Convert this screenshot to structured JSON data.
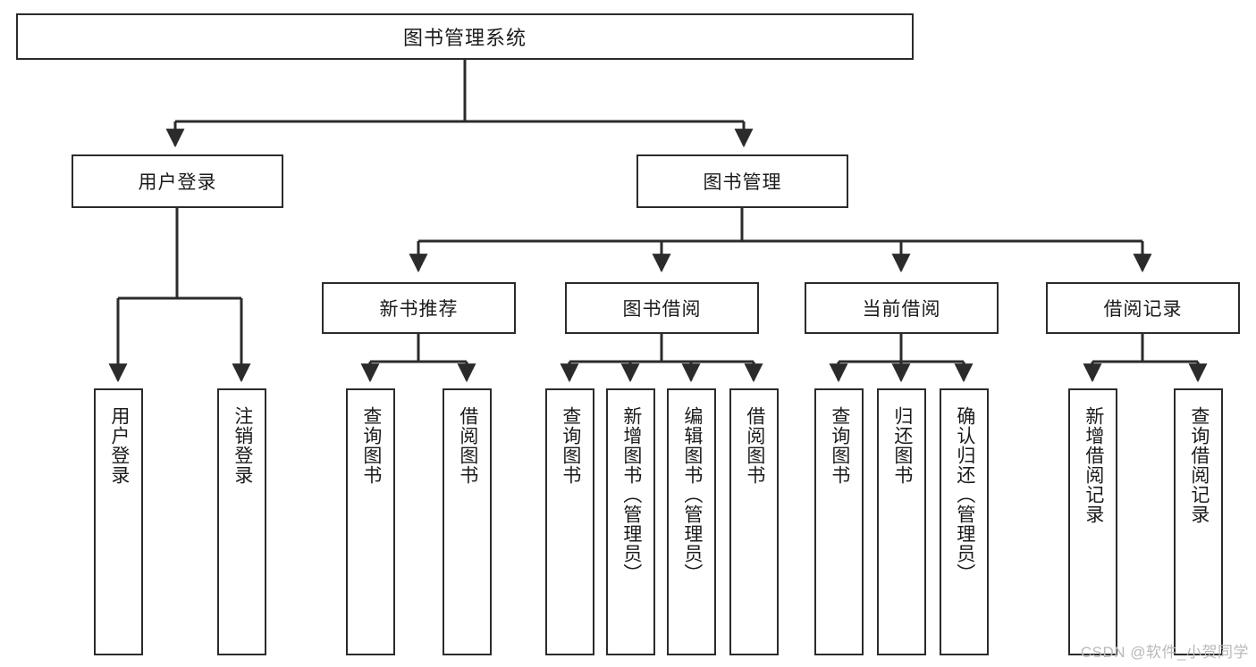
{
  "diagram": {
    "title": "图书管理系统",
    "type": "tree-hierarchy",
    "watermark": "CSDN @软件_小贺同学",
    "colors": {
      "stroke": "#2b2b2b",
      "fill": "#ffffff",
      "text": "#1b1b1b",
      "watermark": "#b9b9b9"
    }
  },
  "nodes": {
    "root": {
      "label": "图书管理系统"
    },
    "level2": [
      {
        "id": "user-login",
        "label": "用户登录"
      },
      {
        "id": "book-manage",
        "label": "图书管理"
      }
    ],
    "level3": [
      {
        "id": "new-book-recommend",
        "label": "新书推荐"
      },
      {
        "id": "book-borrow",
        "label": "图书借阅"
      },
      {
        "id": "current-borrow",
        "label": "当前借阅"
      },
      {
        "id": "borrow-record",
        "label": "借阅记录"
      }
    ],
    "leaves": {
      "user_login": [
        {
          "id": "leaf-user-login",
          "label": "用户登录"
        },
        {
          "id": "leaf-user-logout",
          "label": "注销登录"
        }
      ],
      "new_book_recommend": [
        {
          "id": "leaf-query-book-1",
          "label": "查询图书"
        },
        {
          "id": "leaf-borrow-book-1",
          "label": "借阅图书"
        }
      ],
      "book_borrow": [
        {
          "id": "leaf-query-book-2",
          "label": "查询图书"
        },
        {
          "id": "leaf-add-book",
          "label": "新增图书（管理员）"
        },
        {
          "id": "leaf-edit-book",
          "label": "编辑图书（管理员）"
        },
        {
          "id": "leaf-borrow-book-2",
          "label": "借阅图书"
        }
      ],
      "current_borrow": [
        {
          "id": "leaf-query-book-3",
          "label": "查询图书"
        },
        {
          "id": "leaf-return-book",
          "label": "归还图书"
        },
        {
          "id": "leaf-confirm-return",
          "label": "确认归还（管理员）"
        }
      ],
      "borrow_record": [
        {
          "id": "leaf-add-record",
          "label": "新增借阅记录"
        },
        {
          "id": "leaf-query-record",
          "label": "查询借阅记录"
        }
      ]
    }
  }
}
